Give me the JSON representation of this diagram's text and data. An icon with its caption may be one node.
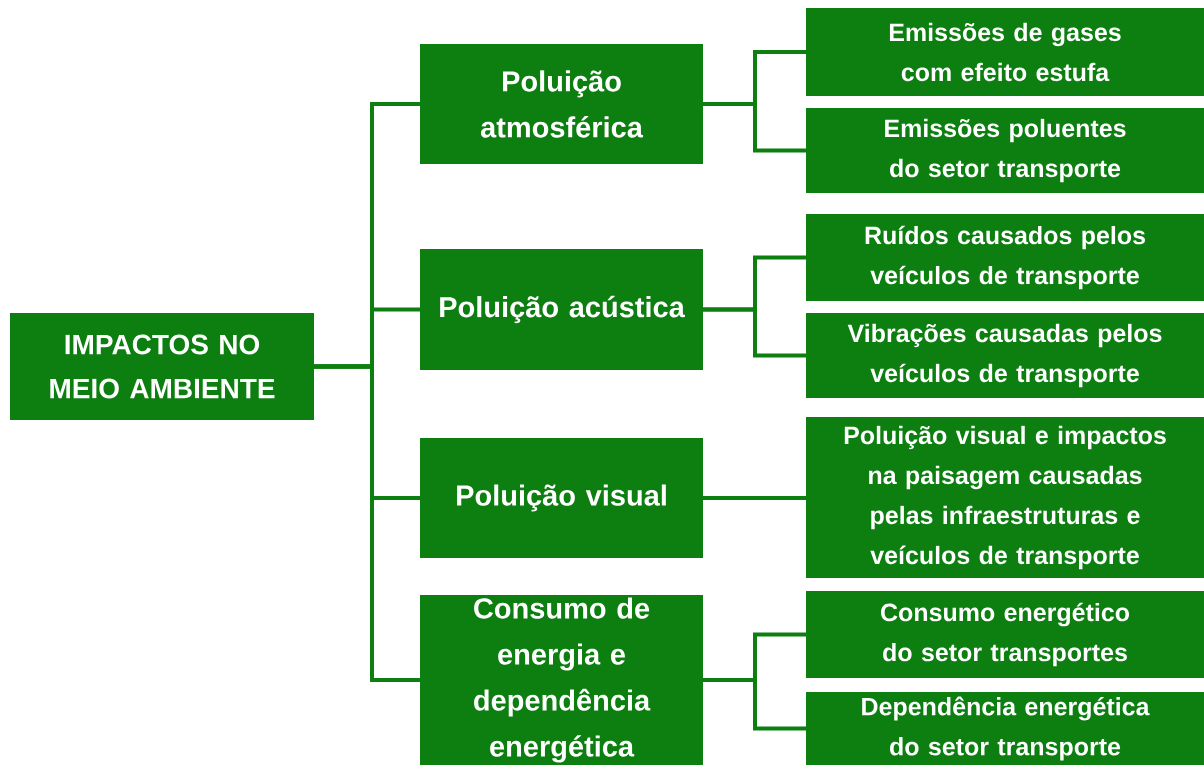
{
  "diagram": {
    "nodes": [
      {
        "text": [
          "IMPACTOS NO MEIO AMBIENTE"
        ]
      },
      {
        "text": [
          "Poluição atmosférica"
        ]
      },
      {
        "text": [
          "Poluição acústica"
        ]
      },
      {
        "text": [
          "Poluição visual"
        ]
      },
      {
        "text": [
          "Consumo de energia e dependência energética"
        ]
      },
      {
        "text": [
          "Emissões de gases com efeito estufa"
        ]
      },
      {
        "text": [
          "Emissões poluentes do setor transporte"
        ]
      },
      {
        "text": [
          "Ruídos causados pelos veículos de transporte"
        ]
      },
      {
        "text": [
          "Vibrações causadas pelos veículos de transporte"
        ]
      },
      {
        "text": [
          "Poluição visual e impactos na paisagem causadas pelas infraestruturas e veículos de transporte"
        ]
      },
      {
        "text": [
          "Consumo energético do setor transportes"
        ]
      },
      {
        "text": [
          "Dependência energética do setor transporte"
        ]
      }
    ],
    "edges": [
      {
        "from": 0,
        "to": 1,
        "arrow": "none"
      },
      {
        "from": 0,
        "to": 2,
        "arrow": "none"
      },
      {
        "from": 0,
        "to": 3,
        "arrow": "none"
      },
      {
        "from": 0,
        "to": 4,
        "arrow": "none"
      },
      {
        "from": 1,
        "to": 5,
        "arrow": "none"
      },
      {
        "from": 1,
        "to": 6,
        "arrow": "none"
      },
      {
        "from": 2,
        "to": 7,
        "arrow": "none"
      },
      {
        "from": 2,
        "to": 8,
        "arrow": "none"
      },
      {
        "from": 3,
        "to": 9,
        "arrow": "none"
      },
      {
        "from": 4,
        "to": 10,
        "arrow": "none"
      },
      {
        "from": 4,
        "to": 11,
        "arrow": "none"
      }
    ]
  }
}
